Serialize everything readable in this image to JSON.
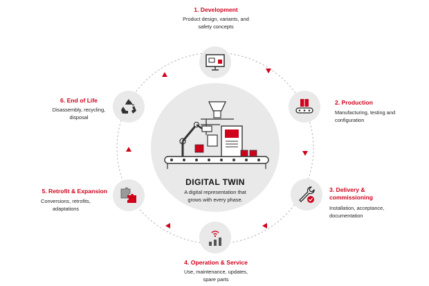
{
  "center": {
    "title": "DIGITAL TWIN",
    "description": "A digital representation that grows with every phase."
  },
  "phases": [
    {
      "title": "1. Development",
      "description": "Product design, variants, and safety concepts",
      "icon": "monitor-icon"
    },
    {
      "title": "2. Production",
      "description": "Manufacturing, testing and configuration",
      "icon": "conveyor-box-icon"
    },
    {
      "title": "3. Delivery & commissioning",
      "description": "Installation, acceptance, documentation",
      "icon": "wrench-check-icon"
    },
    {
      "title": "4. Operation & Service",
      "description": "Use, maintenance, updates, spare parts",
      "icon": "signal-bars-icon"
    },
    {
      "title": "5. Retrofit & Expansion",
      "description": "Conversions, retrofits, adaptations",
      "icon": "puzzle-icon"
    },
    {
      "title": "6. End of Life",
      "description": "Disassembly, recycling, disposal",
      "icon": "recycle-icon"
    }
  ],
  "colors": {
    "accent": "#d0021b",
    "circle_fill": "#e9e9e9",
    "dotted_ring": "#bdbdbd",
    "text": "#222222"
  }
}
